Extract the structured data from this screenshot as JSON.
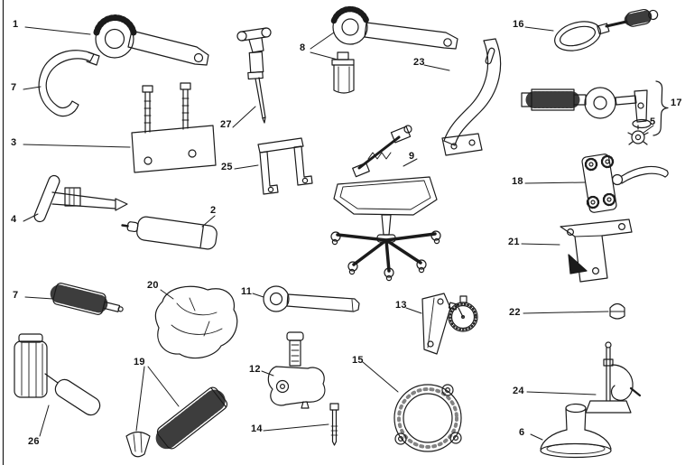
{
  "page": {
    "background_color": "#ffffff",
    "line_color": "#1b1b1b"
  },
  "diagram": {
    "callouts": [
      {
        "label": "1",
        "tool": "round-head-pin-wrench-icon"
      },
      {
        "label": "7",
        "tool": "bent-hook-tool-icon"
      },
      {
        "label": "3",
        "tool": "stud-plate-fixture-icon"
      },
      {
        "label": "4",
        "tool": "t-handle-puller-icon"
      },
      {
        "label": "2",
        "tool": "cylindrical-drift-icon"
      },
      {
        "label": "7",
        "tool": "knurled-bush-tool-icon"
      },
      {
        "label": "26",
        "tool": "ribbed-body-grip-tool-icon"
      },
      {
        "label": "19",
        "tool": "cone-and-knurled-roller-icon"
      },
      {
        "label": "20",
        "tool": "protective-cap-icon"
      },
      {
        "label": "27",
        "tool": "pin-extractor-icon"
      },
      {
        "label": "25",
        "tool": "u-bracket-icon"
      },
      {
        "label": "8",
        "tool": "ring-wrench-and-socket-icon"
      },
      {
        "label": "23",
        "tool": "curved-arm-bracket-icon"
      },
      {
        "label": "9",
        "tool": "work-stool-with-tray-icon"
      },
      {
        "label": "11",
        "tool": "socket-bar-wrench-icon"
      },
      {
        "label": "12",
        "tool": "guide-bushing-tool-icon"
      },
      {
        "label": "14",
        "tool": "small-screw-pin-icon"
      },
      {
        "label": "13",
        "tool": "dial-gauge-bracket-icon"
      },
      {
        "label": "15",
        "tool": "clamp-ring-icon"
      },
      {
        "label": "16",
        "tool": "wire-loop-handle-tool-icon"
      },
      {
        "label": "17",
        "tool": "micrometer-assembly-icon"
      },
      {
        "label": "5",
        "tool": "star-washer-icon"
      },
      {
        "label": "18",
        "tool": "knurled-knob-lever-assembly-icon"
      },
      {
        "label": "21",
        "tool": "l-bracket-icon"
      },
      {
        "label": "22",
        "tool": "cap-nut-icon"
      },
      {
        "label": "24",
        "tool": "stand-with-clamp-arm-icon"
      },
      {
        "label": "6",
        "tool": "suction-bell-tool-icon"
      }
    ]
  }
}
